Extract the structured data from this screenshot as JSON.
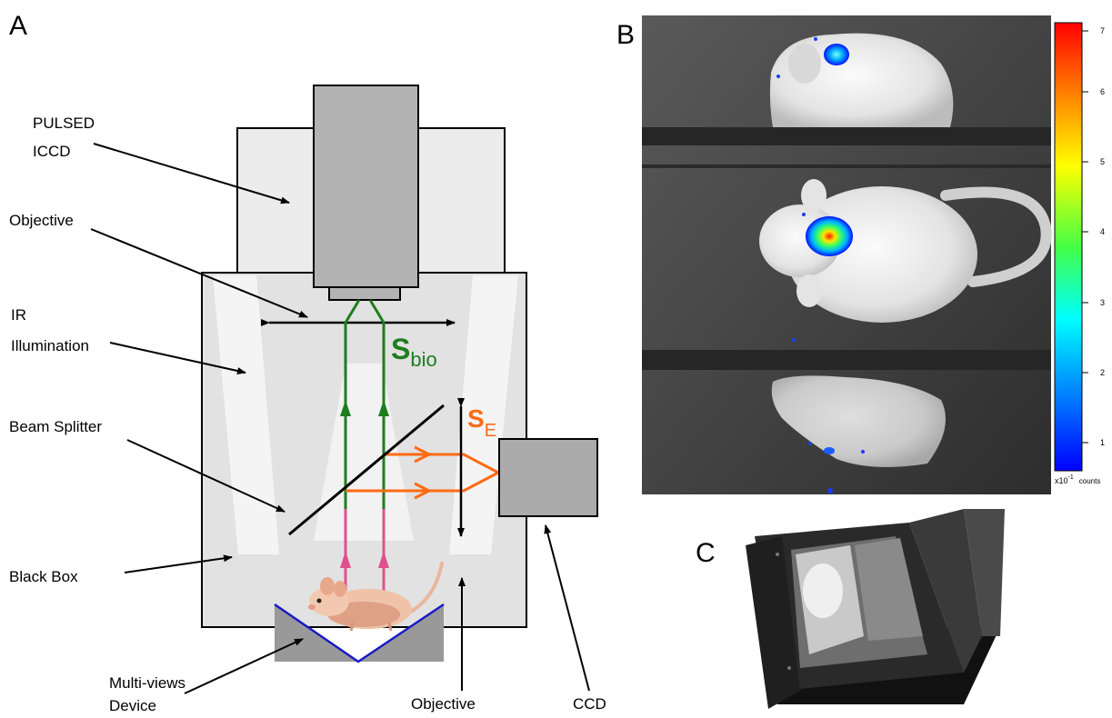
{
  "panel_a": {
    "letter": "A",
    "labels": {
      "pulsed_line1": "PULSED",
      "pulsed_line2": "ICCD",
      "objective_top": "Objective",
      "ir_line1": "IR",
      "ir_line2": "Illumination",
      "beam_splitter": "Beam Splitter",
      "black_box": "Black Box",
      "multiviews_line1": "Multi-views",
      "multiviews_line2": "Device",
      "objective_bottom": "Objective",
      "ccd": "CCD"
    },
    "signals": {
      "bio_main": "S",
      "bio_sub": "bio",
      "e_main": "S",
      "e_sub": "E"
    },
    "colors": {
      "bio_path": "#1e7d1e",
      "excitation_path": "#ff6a13",
      "pink_path": "#e0508f",
      "device_outline": "#1a1ac8"
    }
  },
  "panel_b": {
    "letter": "B",
    "colorbar_ticks": [
      "7",
      "6",
      "5",
      "4",
      "3",
      "2",
      "1"
    ],
    "colorbar_unit_base": "x10",
    "colorbar_unit_exp": "-1",
    "colorbar_unit_label": "counts"
  },
  "panel_c": {
    "letter": "C"
  }
}
